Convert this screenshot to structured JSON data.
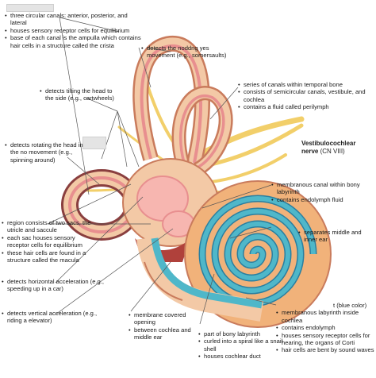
{
  "semicircular_canals": {
    "items": [
      "three circular canals: anterior, posterior, and lateral",
      "houses sensory receptor cells for equilibrium",
      "base of each canal is the ampulla which contains hair cells in a structure called the crista"
    ]
  },
  "nodding": {
    "items": [
      "detects the noddng yes movement (e.g., somersaults)"
    ]
  },
  "tilting": {
    "items": [
      "detects tilting the head to the side (e.g., cartwheels)"
    ]
  },
  "inner_ear": {
    "items": [
      "series of canals within temporal bone",
      "consists of semicircular canals, vestibule, and cochlea",
      "contains a fluid called perilymph"
    ]
  },
  "nerve": {
    "bold": "Vestibulocochlear",
    "bold2": "nerve",
    "rest": "(CN VIII)"
  },
  "rotating": {
    "items": [
      "detects rotating the head in the no movement (e.g., spinning around)"
    ]
  },
  "membranous": {
    "items": [
      "membranous canal within bony labyrinth",
      "contains endolymph fluid"
    ]
  },
  "vestibule": {
    "items": [
      "region consists of two sacs, the utricle and saccule",
      "each sac houses sensory receptor cells for equilibrium",
      "these hair cells are found in a structure called the macula"
    ]
  },
  "separates": {
    "items": [
      "separates middle and inner ear"
    ]
  },
  "horizontal": {
    "items": [
      "detects horizontal acceleration (e.g., speeding up in a car)"
    ]
  },
  "vertical": {
    "items": [
      "detects vertical acceleration (e.g., riding a elevator)"
    ]
  },
  "round_window": {
    "items": [
      "membrane covered opening",
      "between cochlea and middle ear"
    ]
  },
  "cochlea": {
    "items": [
      "part of bony labyrinth",
      "curled into a spiral like a snail shell",
      "houses cochlear duct"
    ]
  },
  "cochlear_duct": {
    "suffix": "t (blue color)",
    "items": [
      "membranous labyrinth inside cochlea",
      "contains endolymph",
      "houses sensory receptor cells for hearing, the organs of Corti",
      "hair cells are bent by sound waves"
    ]
  },
  "colors": {
    "bone": "#f3c9a6",
    "bone_dark": "#c97b5c",
    "membrane": "#e88f8f",
    "nerve": "#f2cf6a",
    "cochlear_duct": "#4fb7c9",
    "cochlea_shell": "#f1b27a",
    "label_box": "#e4e4e4"
  }
}
